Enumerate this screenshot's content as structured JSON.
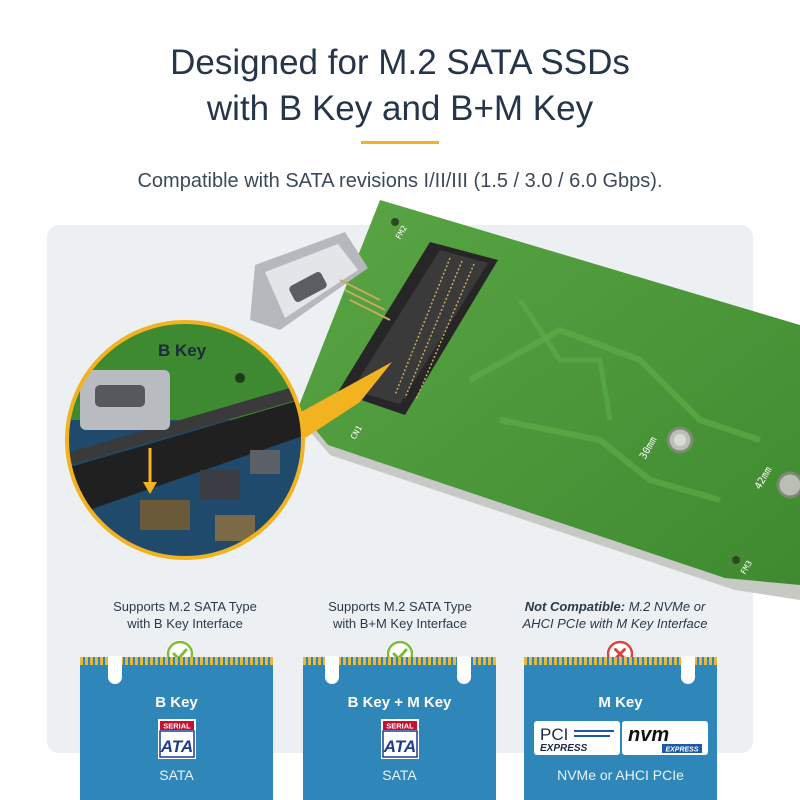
{
  "heading": {
    "line1": "Designed for M.2 SATA SSDs",
    "line2": "with B Key and B+M Key"
  },
  "subheading": "Compatible with SATA revisions I/II/III (1.5 / 3.0 / 6.0 Gbps).",
  "callout": {
    "label": "B Key"
  },
  "board": {
    "silk_fm2": "FM2",
    "silk_fm3": "FM3",
    "silk_cn1": "CN1",
    "mark_30mm": "30mm",
    "mark_42mm": "42mm"
  },
  "cards": [
    {
      "caption_line1": "Supports M.2 SATA Type",
      "caption_line2": "with B Key Interface",
      "title": "B Key",
      "footer": "SATA",
      "status": "compatible",
      "logo": "serial-ata-logo"
    },
    {
      "caption_line1": "Supports M.2 SATA Type",
      "caption_line2": "with B+M Key Interface",
      "title": "B Key + M Key",
      "footer": "SATA",
      "status": "compatible",
      "logo": "serial-ata-logo"
    },
    {
      "caption_prefix": "Not Compatible:",
      "caption_line1": "M.2 NVMe or",
      "caption_line2": "AHCI PCIe with M Key Interface",
      "title": "M Key",
      "footer": "NVMe or AHCI PCIe",
      "status": "incompatible",
      "logo_pci_line1": "PCI",
      "logo_pci_line2": "EXPRESS",
      "logo_nvm_line1": "nvm",
      "logo_nvm_line2": "EXPRESS"
    }
  ],
  "logo_text": {
    "serial": "SERIAL",
    "ata": "ATA"
  },
  "colors": {
    "accent_rule": "#f3b321",
    "card_blue": "#2e87b8",
    "check_green": "#7dbb3c",
    "cross_red": "#d6453f",
    "pcb_green": "#4f9a3a"
  }
}
